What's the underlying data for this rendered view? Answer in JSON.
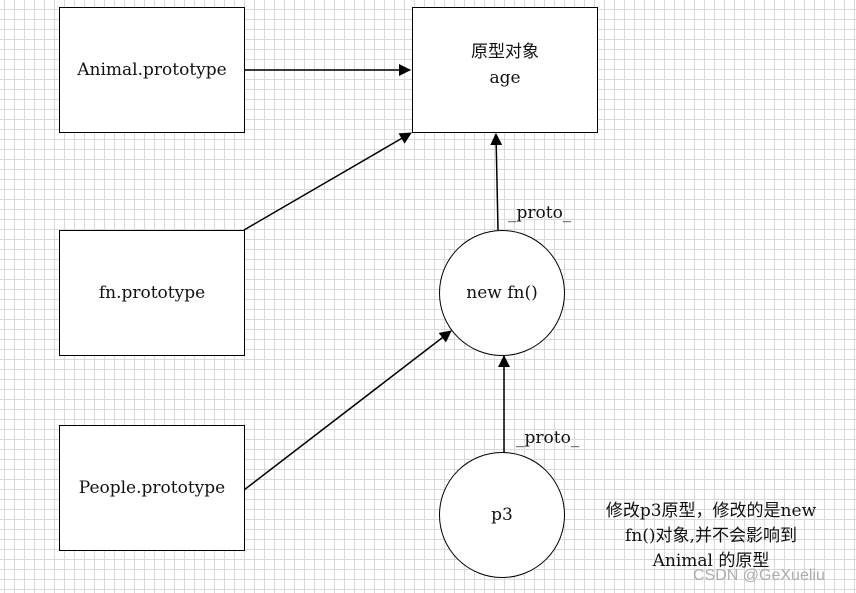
{
  "nodes": {
    "animal_prototype": {
      "label": "Animal.prototype"
    },
    "prototype_object": {
      "title": "原型对象",
      "property": "age"
    },
    "fn_prototype": {
      "label": "fn.prototype"
    },
    "people_prototype": {
      "label": "People.prototype"
    },
    "new_fn_instance": {
      "label": "new fn()"
    },
    "p3": {
      "label": "p3"
    }
  },
  "edges": {
    "new_fn_to_prototype_label": "_proto_",
    "p3_to_new_fn_label": "_proto_"
  },
  "note": {
    "lines": [
      "修改p3原型，修改的是new",
      "fn()对象,并不会影响到",
      "Animal 的原型"
    ]
  },
  "watermark": "CSDN @GeXueliu"
}
